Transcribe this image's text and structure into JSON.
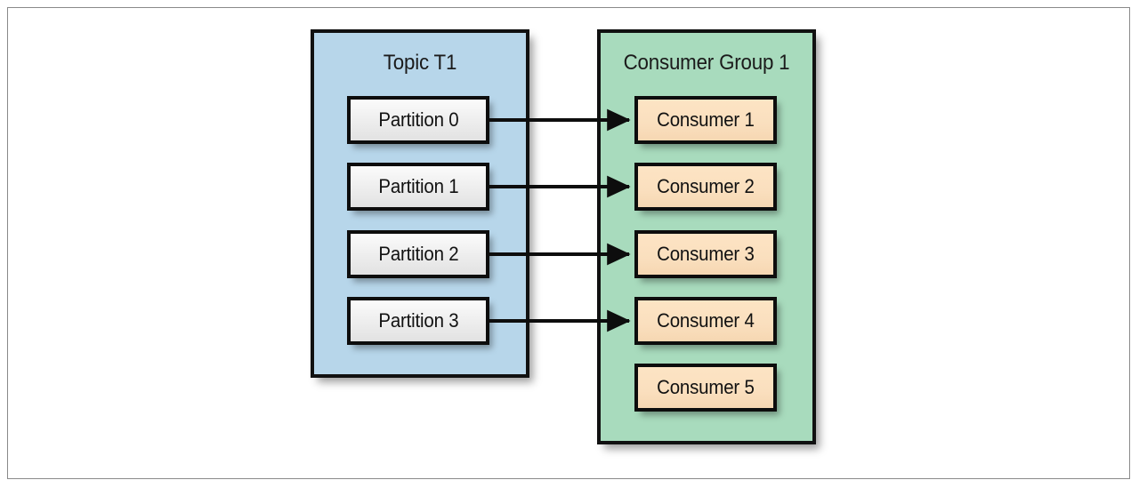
{
  "figure": {
    "kind": "diagram",
    "subject": "Kafka topic partitions mapped to consumers in a consumer group"
  },
  "topic": {
    "title": "Topic T1",
    "fill": "#b7d6ea",
    "partitions": [
      {
        "label": "Partition 0"
      },
      {
        "label": "Partition 1"
      },
      {
        "label": "Partition 2"
      },
      {
        "label": "Partition 3"
      }
    ]
  },
  "consumer_group": {
    "title": "Consumer Group 1",
    "fill": "#a8dbbd",
    "consumers": [
      {
        "label": "Consumer 1"
      },
      {
        "label": "Consumer 2"
      },
      {
        "label": "Consumer 3"
      },
      {
        "label": "Consumer 4"
      },
      {
        "label": "Consumer 5"
      }
    ]
  },
  "connections": [
    {
      "from": "Partition 0",
      "to": "Consumer 1"
    },
    {
      "from": "Partition 1",
      "to": "Consumer 2"
    },
    {
      "from": "Partition 2",
      "to": "Consumer 3"
    },
    {
      "from": "Partition 3",
      "to": "Consumer 4"
    }
  ],
  "colors": {
    "topic_fill": "#b7d6ea",
    "group_fill": "#a8dbbd",
    "partition_fill": "#ededed",
    "consumer_fill": "#fadfbe",
    "stroke": "#0d0d0d",
    "frame": "#8a8a8a",
    "background": "#ffffff"
  }
}
